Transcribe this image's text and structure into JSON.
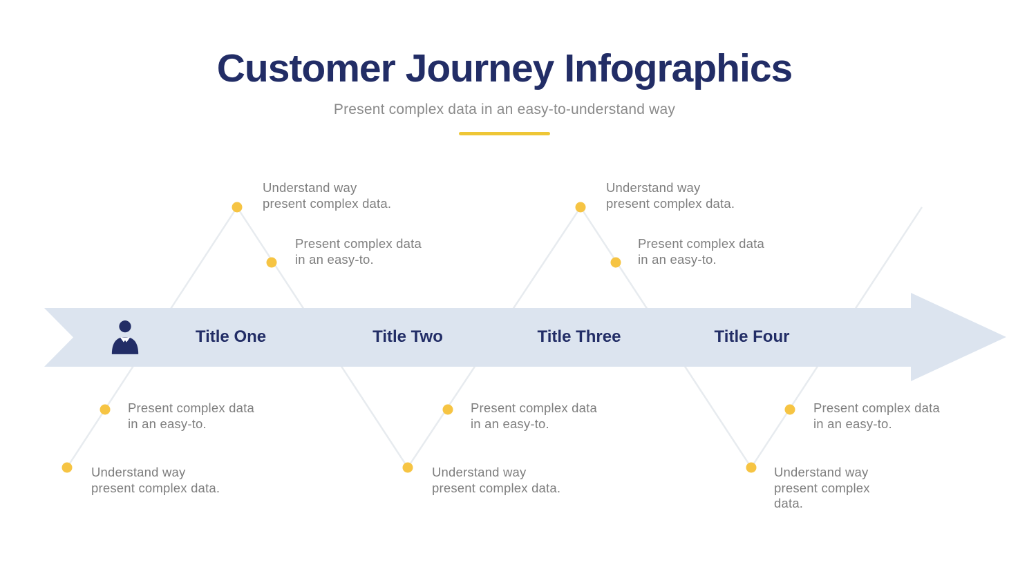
{
  "header": {
    "title": "Customer Journey Infographics",
    "subtitle": "Present complex data in an easy-to-understand way"
  },
  "timeline": {
    "stage_titles": [
      "Title One",
      "Title Two",
      "Title Three",
      "Title Four"
    ],
    "icon": "businessman-icon"
  },
  "callouts": [
    {
      "id": "peak1-top",
      "lines": [
        "Understand way",
        "present complex data."
      ]
    },
    {
      "id": "peak1-mid",
      "lines": [
        "Present complex data",
        "in an easy-to."
      ]
    },
    {
      "id": "peak2-top",
      "lines": [
        "Understand way",
        "present complex data."
      ]
    },
    {
      "id": "peak2-mid",
      "lines": [
        "Present complex data",
        "in an easy-to."
      ]
    },
    {
      "id": "valley1-upper",
      "lines": [
        "Present complex data",
        "in an easy-to."
      ]
    },
    {
      "id": "valley1-lower",
      "lines": [
        "Understand way",
        "present complex data."
      ]
    },
    {
      "id": "valley2-upper",
      "lines": [
        "Present complex data",
        "in an easy-to."
      ]
    },
    {
      "id": "valley2-lower",
      "lines": [
        "Understand way",
        "present complex data."
      ]
    },
    {
      "id": "valley3-upper",
      "lines": [
        "Present complex data",
        "in an easy-to."
      ]
    },
    {
      "id": "valley3-lower",
      "lines": [
        "Understand way",
        "present complex",
        "data."
      ]
    }
  ],
  "colors": {
    "navy": "#222d66",
    "gray_text": "#7e7e7e",
    "yellow_dot": "#f6c443",
    "yellow_divider": "#eec636",
    "arrow_band": "#dce4ef",
    "zigzag_line": "#e7ebef"
  }
}
